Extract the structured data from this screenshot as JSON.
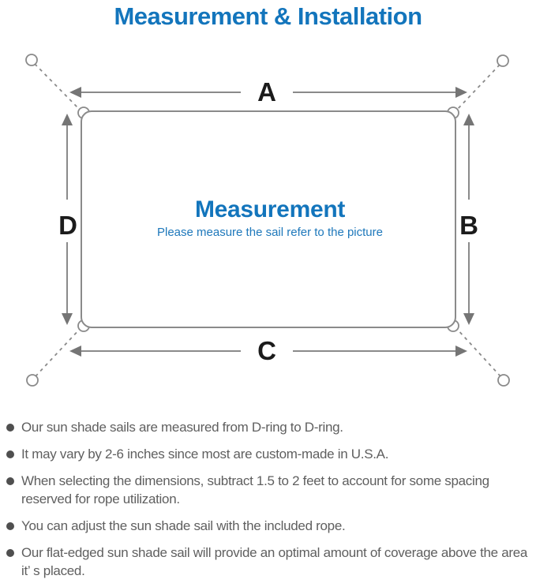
{
  "title": "Measurement & Installation",
  "diagram": {
    "labels": {
      "top": "A",
      "right": "B",
      "bottom": "C",
      "left": "D"
    },
    "center_title": "Measurement",
    "center_subtitle": "Please measure the sail refer to the picture"
  },
  "notes": [
    "Our sun shade sails are measured from D-ring to D-ring.",
    "It may vary by 2-6 inches since most are custom-made in U.S.A.",
    "When selecting the dimensions, subtract 1.5 to 2 feet to account for some spacing reserved for rope utilization.",
    "You can adjust the sun shade sail with the included rope.",
    "Our flat-edged sun shade sail will provide an optimal amount of coverage above the area it’ s placed."
  ],
  "colors": {
    "accent_blue": "#1375bc",
    "line_gray": "#8a8a8a",
    "label_black": "#1b1b1b",
    "note_gray": "#5f5f5f"
  }
}
